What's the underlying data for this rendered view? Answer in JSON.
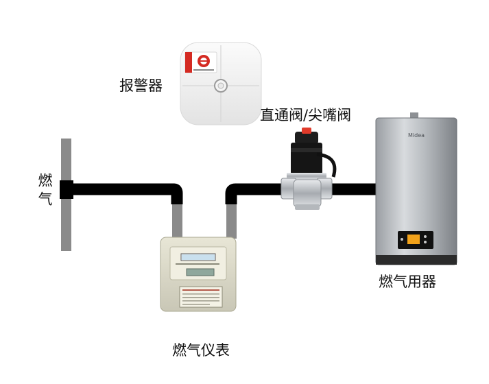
{
  "labels": {
    "alarm": "报警器",
    "valve": "直通阀/尖嘴阀",
    "gas_source": "燃气",
    "appliance": "燃气用器",
    "meter": "燃气仪表"
  },
  "appliance_brand": "Midea",
  "colors": {
    "pipe": "#000000",
    "riser": "#8a8a8a",
    "alarm_logo": "#d42a22"
  }
}
